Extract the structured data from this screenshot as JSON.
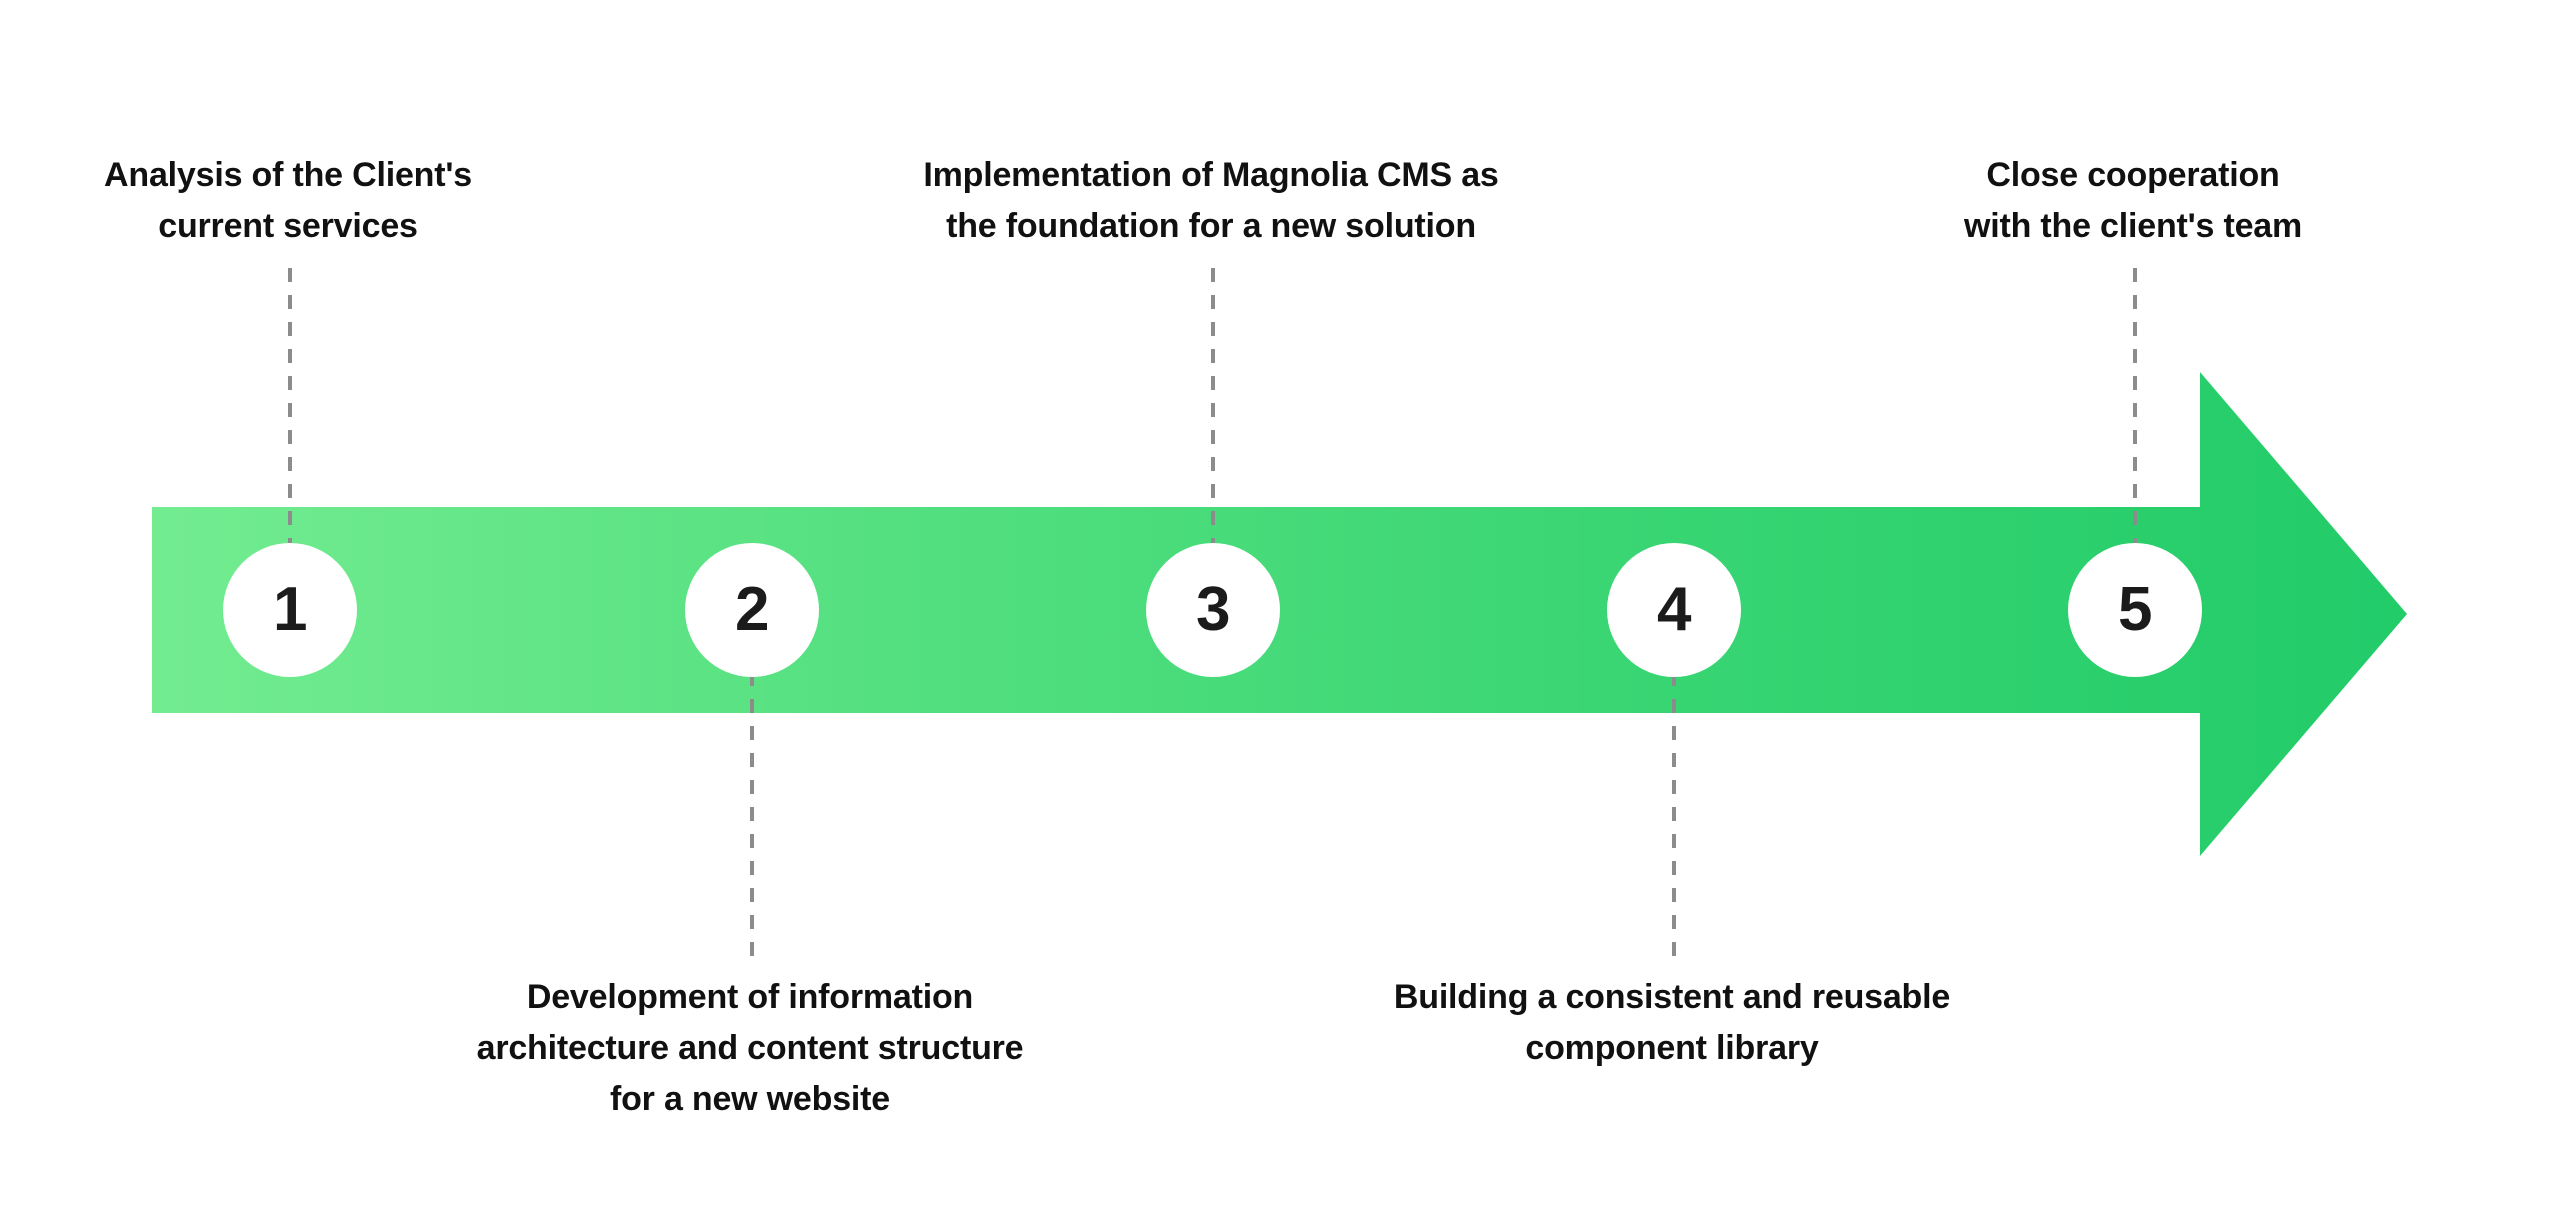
{
  "diagram": {
    "title": "Project process timeline",
    "type": "arrow-timeline",
    "background_color": "#FFFFFF",
    "arrow": {
      "name": "process-arrow",
      "direction": "right",
      "gradient_from": "#6FE98D",
      "gradient_to": "#25CE6B",
      "bar_color_mid": "#50DE7D"
    },
    "connector_line": {
      "color": "#8C8C8C",
      "style": "dashed"
    },
    "steps": [
      {
        "number": "1",
        "label": "Analysis of the Client's\ncurrent services",
        "label_position": "above"
      },
      {
        "number": "2",
        "label": "Development of information\narchitecture and content structure\nfor a new website",
        "label_position": "below"
      },
      {
        "number": "3",
        "label": "Implementation of Magnolia CMS as\nthe foundation for a new solution",
        "label_position": "above"
      },
      {
        "number": "4",
        "label": "Building a consistent and reusable\ncomponent library",
        "label_position": "below"
      },
      {
        "number": "5",
        "label": "Close cooperation\nwith the client's team",
        "label_position": "above"
      }
    ]
  }
}
